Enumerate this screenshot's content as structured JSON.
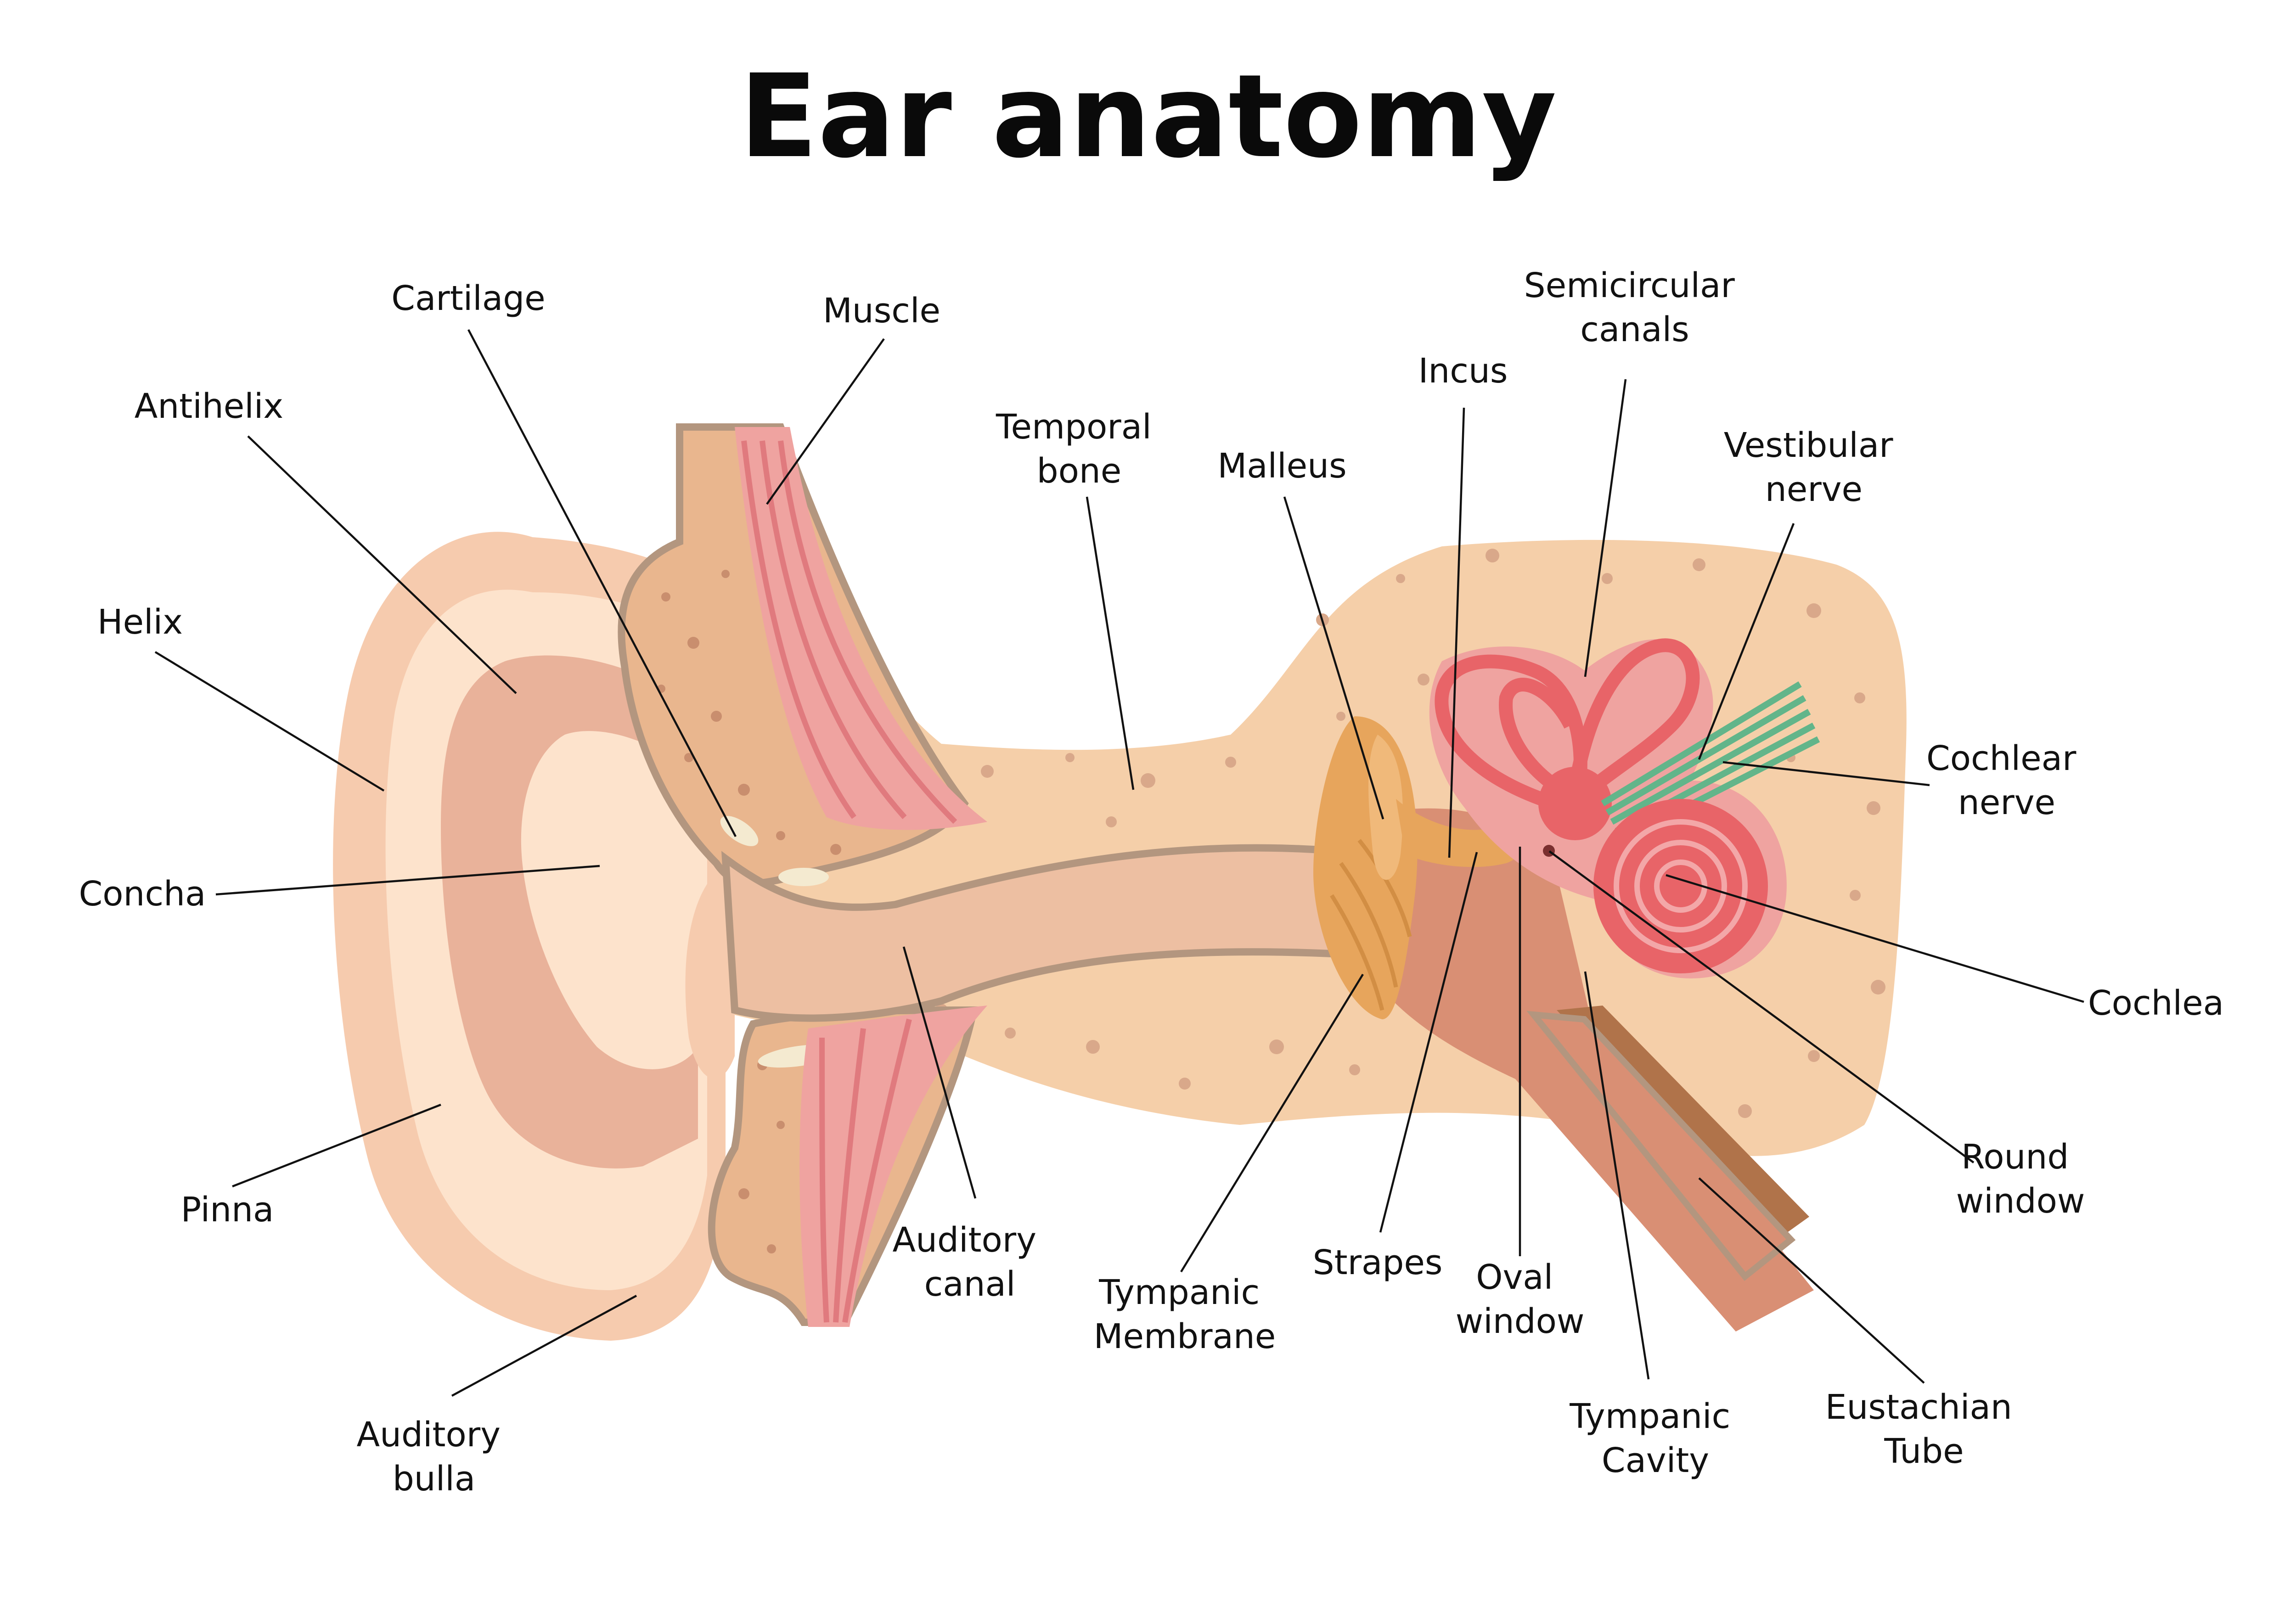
{
  "title": "Ear anatomy",
  "labels": {
    "cartilage": "Cartilage",
    "muscle": "Muscle",
    "antihelix": "Antihelix",
    "temporal_bone": [
      "Temporal",
      "bone"
    ],
    "malleus": "Malleus",
    "incus": "Incus",
    "semicircular_canals": [
      "Semicircular",
      "canals"
    ],
    "vestibular_nerve": [
      "Vestibular",
      "nerve"
    ],
    "helix": "Helix",
    "cochlear_nerve": [
      "Cochlear",
      "nerve"
    ],
    "concha": "Concha",
    "cochlea": "Cochlea",
    "round_window": [
      "Round",
      "window"
    ],
    "pinna": "Pinna",
    "auditory_canal": [
      "Auditory",
      "canal"
    ],
    "tympanic_membrane": [
      "Tympanic",
      "Membrane"
    ],
    "strapes": "Strapes",
    "oval_window": [
      "Oval",
      "window"
    ],
    "eustachian_tube": [
      "Eustachian",
      "Tube"
    ],
    "tympanic_cavity": [
      "Tympanic",
      "Cavity"
    ],
    "auditory_bulla": [
      "Auditory",
      "bulla"
    ]
  },
  "colors": {
    "skin": "#FDE3CC",
    "skin_mid": "#F6CBAE",
    "skin_dark": "#E9B29A",
    "bone": "#F5CFA9",
    "cartilage_tissue": "#E9B68E",
    "muscle": "#E07A7E",
    "muscle_light": "#EFA3A0",
    "outline": "#B3967F",
    "ossicles": "#E7A55C",
    "inner_ear": "#E86468",
    "nerve": "#62B58A",
    "tube": "#B0734A",
    "cavity": "#D98F74"
  }
}
